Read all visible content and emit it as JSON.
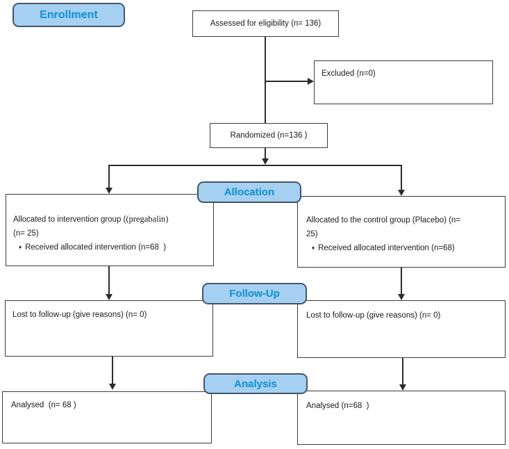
{
  "diagram_title": "CONSORT participant flow diagram",
  "colors": {
    "badge_fill": "#a6d0f2",
    "badge_border": "#44546a",
    "badge_text": "#1b95d2",
    "box_border": "#3a3a3a",
    "connector": "#2b2b2b",
    "text": "#1a1a1a"
  },
  "badges": {
    "enrollment": "Enrollment",
    "allocation": "Allocation",
    "followup": "Follow-Up",
    "analysis": "Analysis"
  },
  "boxes": {
    "assessed": {
      "text": "Assessed for eligibility (n= 136)"
    },
    "excluded": {
      "text": "Excluded (n=0)"
    },
    "randomized": {
      "text": "Randomized (n=136 )"
    },
    "alloc_intervention": {
      "line1_sans": "Allocated to intervention group (",
      "line1_serif": "(pregabalin)",
      "line2": "(n= 25)",
      "bullet_glyph": "♦",
      "bullet_text": "Received allocated intervention (n=68  )"
    },
    "alloc_control": {
      "line1": "Allocated to the control group (Placebo) (n=",
      "line2": "25)",
      "bullet_glyph": "♦",
      "bullet_text": "Received allocated intervention (n=68)"
    },
    "followup_left": {
      "text": "Lost to follow-up (give reasons) (n= 0)"
    },
    "followup_right": {
      "text": "Lost to follow-up (give reasons) (n= 0)"
    },
    "analysed_left": {
      "text": "Analysed  (n= 68 )"
    },
    "analysed_right": {
      "text": "Analysed (n=68  )"
    }
  }
}
